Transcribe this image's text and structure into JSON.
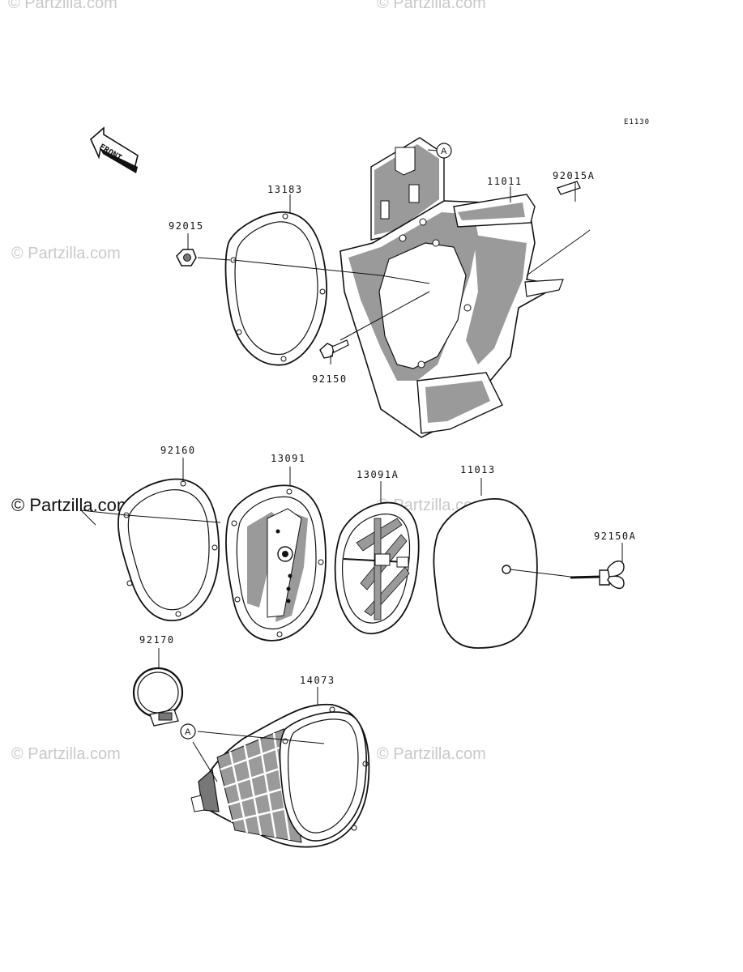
{
  "diagram": {
    "code": "E1130",
    "front_label": "FRONT",
    "ref_marker": "A",
    "watermark": "© Partzilla.com",
    "parts": [
      {
        "id": "11011",
        "label": "11011"
      },
      {
        "id": "92015A",
        "label": "92015A"
      },
      {
        "id": "13183",
        "label": "13183"
      },
      {
        "id": "92015",
        "label": "92015"
      },
      {
        "id": "92150",
        "label": "92150"
      },
      {
        "id": "92160",
        "label": "92160"
      },
      {
        "id": "13091",
        "label": "13091"
      },
      {
        "id": "13091A",
        "label": "13091A"
      },
      {
        "id": "11013",
        "label": "11013"
      },
      {
        "id": "92150A",
        "label": "92150A"
      },
      {
        "id": "92170",
        "label": "92170"
      },
      {
        "id": "14073",
        "label": "14073"
      }
    ]
  }
}
